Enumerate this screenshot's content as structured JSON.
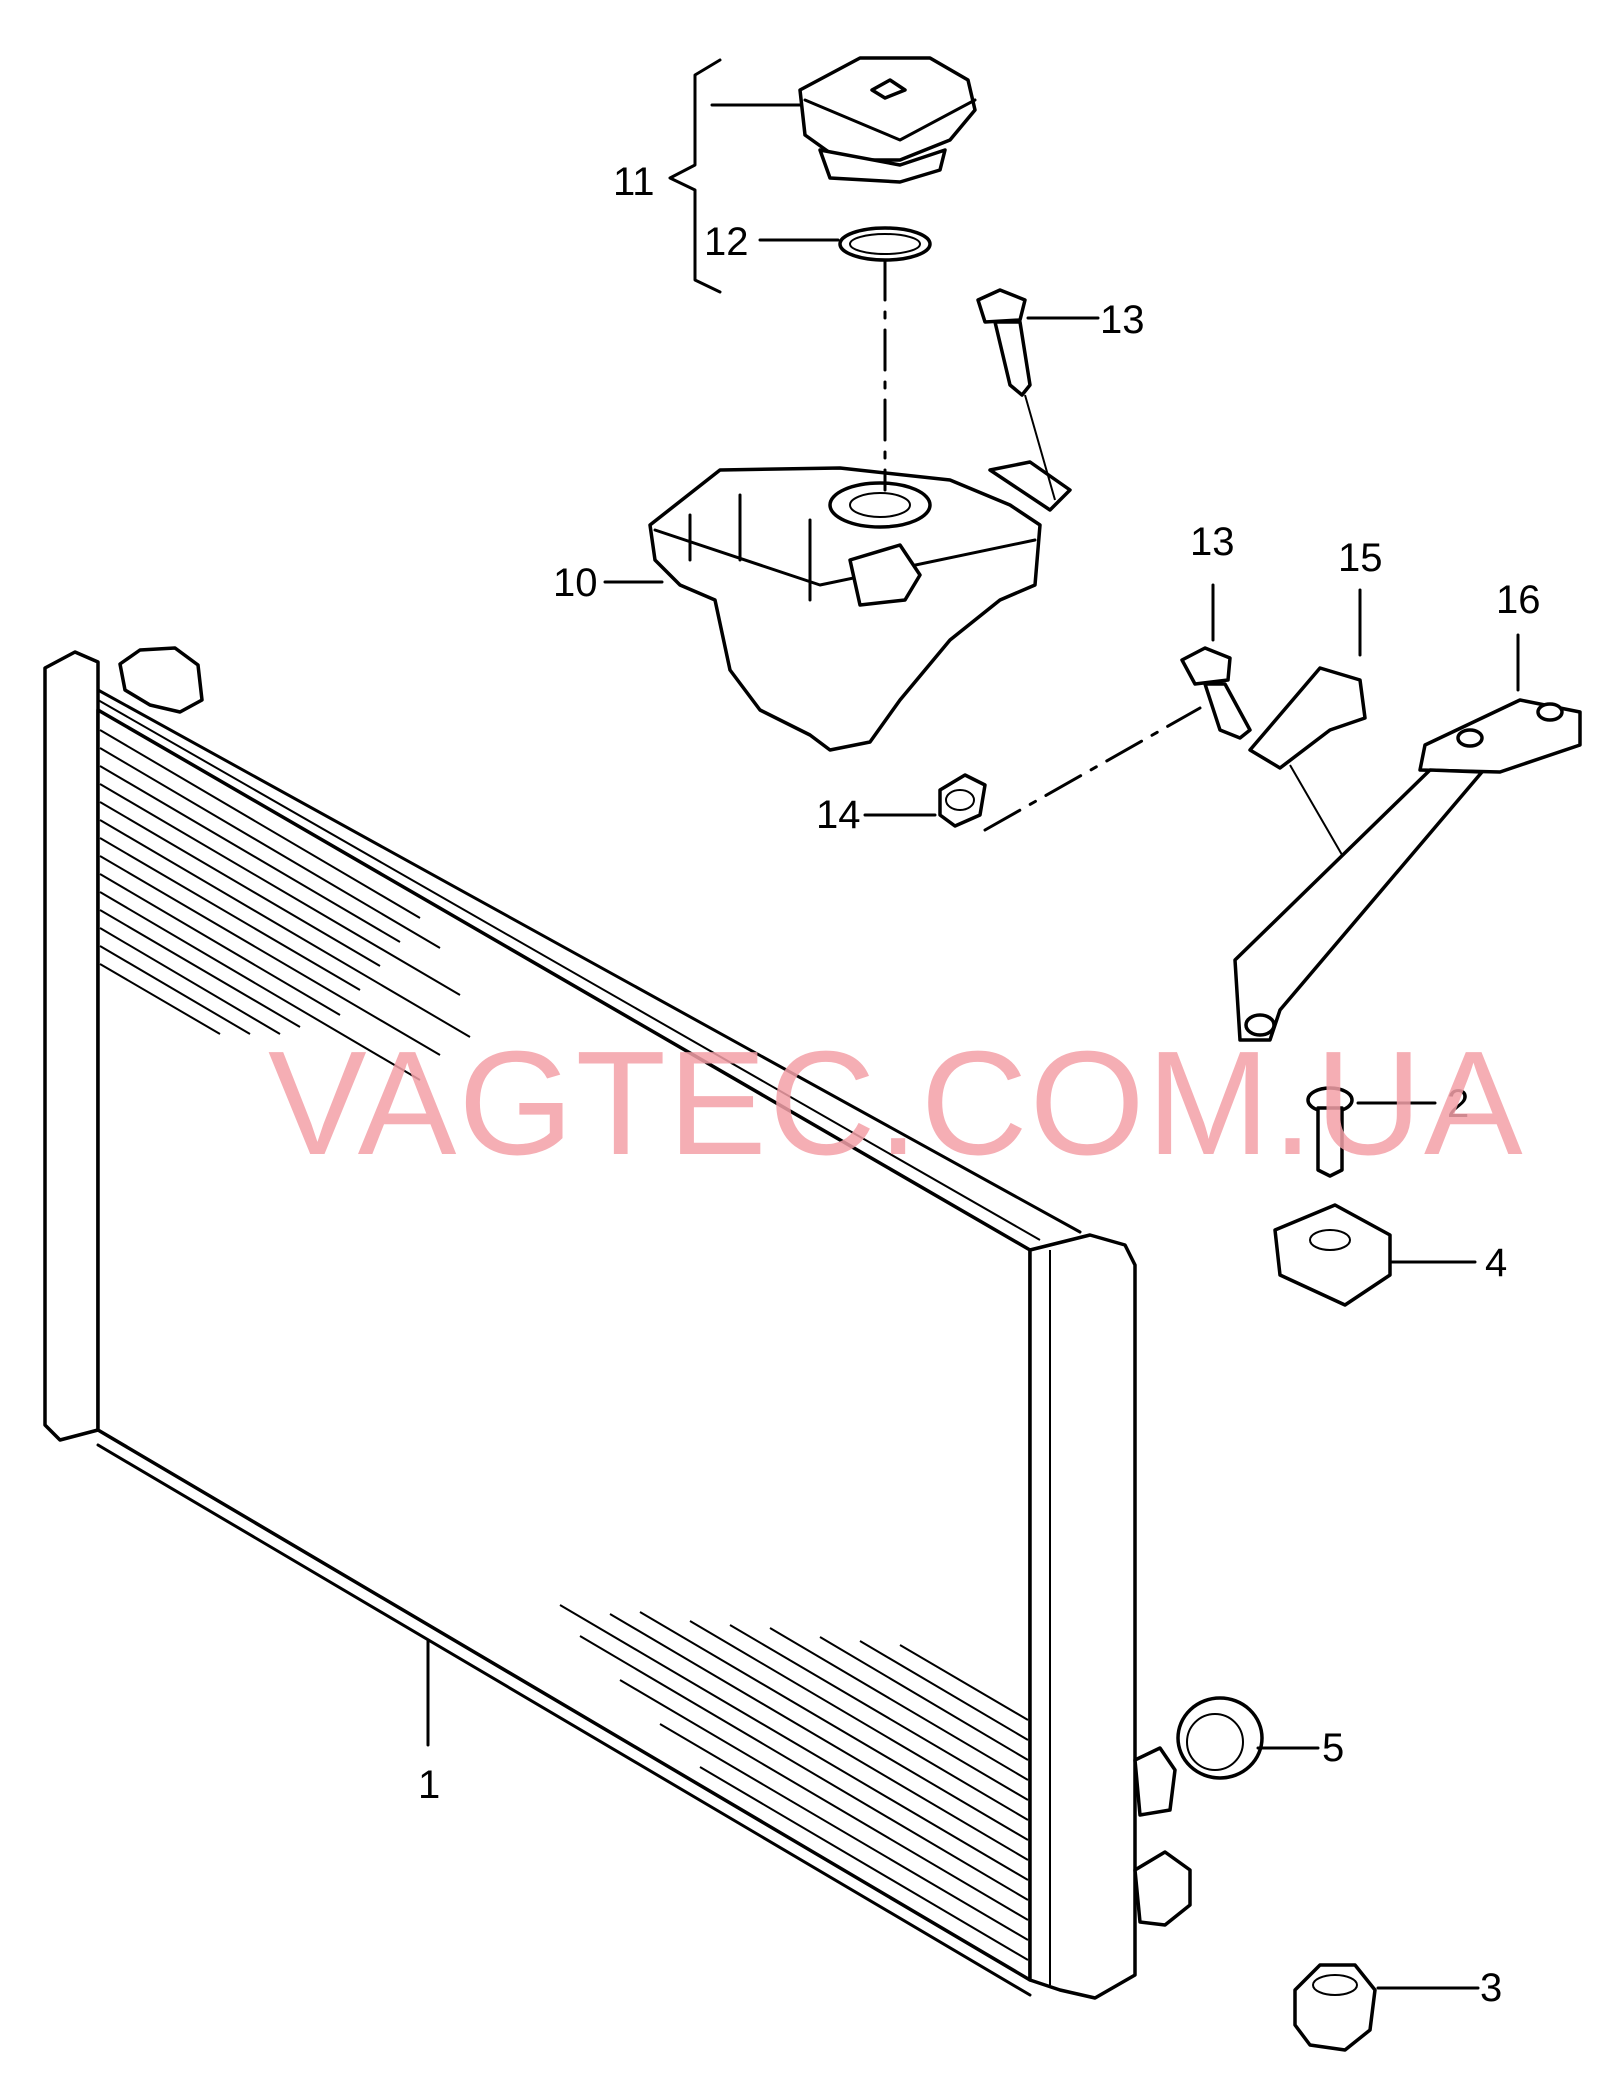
{
  "watermark": "VAGTEC.COM.UA",
  "callouts": {
    "c1": "1",
    "c2": "2",
    "c3": "3",
    "c4": "4",
    "c5": "5",
    "c10": "10",
    "c11": "11",
    "c12": "12",
    "c13a": "13",
    "c13b": "13",
    "c14": "14",
    "c15": "15",
    "c16": "16"
  }
}
